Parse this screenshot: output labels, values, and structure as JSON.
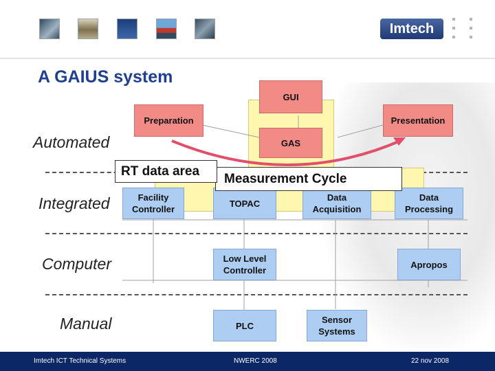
{
  "header": {
    "logo_text": "Imtech",
    "thumbnails": [
      "thumbnail-image-1",
      "thumbnail-image-2",
      "thumbnail-image-3",
      "thumbnail-image-4",
      "thumbnail-image-5"
    ]
  },
  "title": "A GAIUS system",
  "levels": {
    "automated": "Automated",
    "integrated": "Integrated",
    "computer": "Computer",
    "manual": "Manual"
  },
  "boxes": {
    "gui": "GUI",
    "preparation": "Preparation",
    "presentation": "Presentation",
    "gas": "GAS",
    "facility_controller": "Facility\nController",
    "topac": "TOPAC",
    "data_acquisition": "Data\nAcquisition",
    "data_processing": "Data\nProcessing",
    "low_level_controller": "Low Level\nController",
    "apropos": "Apropos",
    "plc": "PLC",
    "sensor_systems": "Sensor\nSystems"
  },
  "callouts": {
    "rt_data_area": "RT data area",
    "measurement_cycle": "Measurement Cycle"
  },
  "colors": {
    "red_box": "#f28a85",
    "blue_box": "#aecdf2",
    "yellow_area": "#fff6b0",
    "arrow": "#e0506a",
    "title": "#1f3f8f",
    "footer": "#0c2766"
  },
  "footer": {
    "left": "Imtech ICT Technical Systems",
    "center": "NWERC 2008",
    "right": "22 nov 2008"
  }
}
